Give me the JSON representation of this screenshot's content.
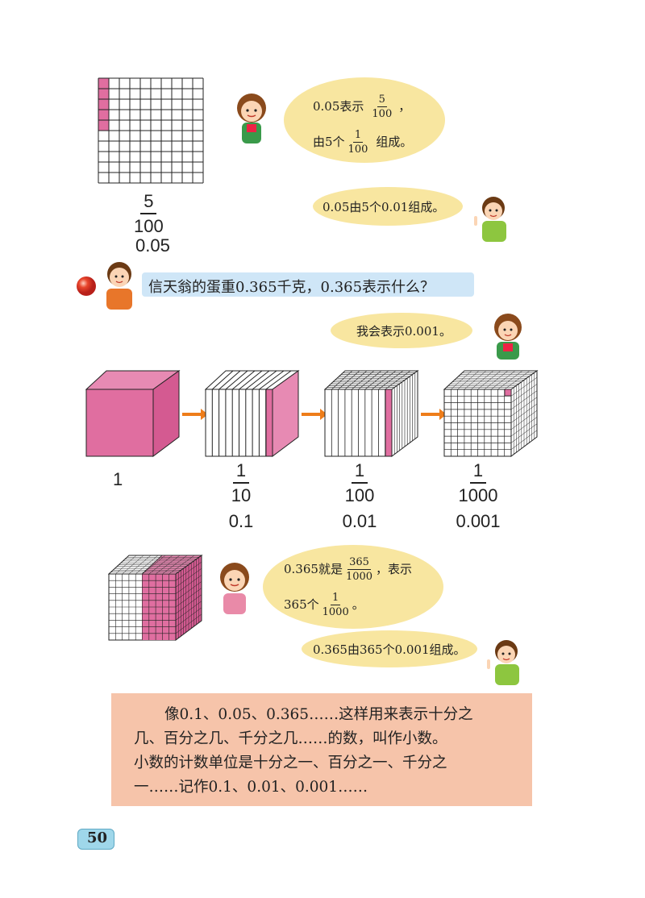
{
  "top": {
    "grid_frac_num": "5",
    "grid_frac_den": "100",
    "grid_decimal": "0.05",
    "girl_bubble": {
      "prefix": "0.05表示",
      "num1": "5",
      "den1": "100",
      "comma": "，",
      "line2_prefix": "由5个",
      "num2": "1",
      "den2": "100",
      "line2_suffix": "组成。"
    },
    "boy_bubble": "0.05由5个0.01组成。"
  },
  "question": "信天翁的蛋重0.365千克，0.365表示什么？",
  "girl_says": "我会表示0.001。",
  "cubes": [
    {
      "label": "1"
    },
    {
      "num": "1",
      "den": "10",
      "decimal": "0.1"
    },
    {
      "num": "1",
      "den": "100",
      "decimal": "0.01"
    },
    {
      "num": "1",
      "den": "1000",
      "decimal": "0.001"
    }
  ],
  "bottom": {
    "girl_bubble": {
      "prefix": "0.365就是",
      "num": "365",
      "den": "1000",
      "suffix": "，表示",
      "line2_prefix": "365个",
      "num2": "1",
      "den2": "1000",
      "line2_suffix": "。"
    },
    "boy_bubble": "0.365由365个0.001组成。"
  },
  "definition": {
    "line1": "像0.1、0.05、0.365……这样用来表示十分之",
    "line2": "几、百分之几、千分之几……的数，叫作小数。",
    "line3": "小数的计数单位是十分之一、百分之一、千分之",
    "line4": "一……记作0.1、0.01、0.001……"
  },
  "page_number": "50",
  "colors": {
    "pink": "#e06ea0",
    "yellow_bubble": "#f8e6a0",
    "blue_bubble": "#cfe6f7",
    "definition_bg": "#f6c4aa",
    "arrow": "#ee7d1a",
    "page_badge": "#9fd7ea"
  }
}
